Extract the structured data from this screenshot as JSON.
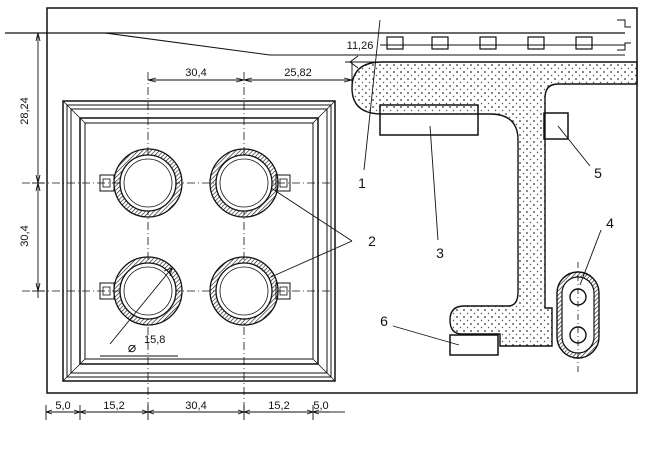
{
  "dimensions": {
    "d_28_24": "28,24",
    "d_30_4_left": "30,4",
    "d_30_4_top": "30,4",
    "d_25_82": "25,82",
    "d_11_26": "11,26",
    "d_5_0_a": "5,0",
    "d_15_2_a": "15,2",
    "d_30_4_bottom": "30,4",
    "d_15_2_b": "15,2",
    "d_5_0_b": "5,0",
    "diameter": "15,8",
    "diameter_symbol": "⌀"
  },
  "callouts": {
    "c1": "1",
    "c2": "2",
    "c3": "3",
    "c4": "4",
    "c5": "5",
    "c6": "6"
  }
}
